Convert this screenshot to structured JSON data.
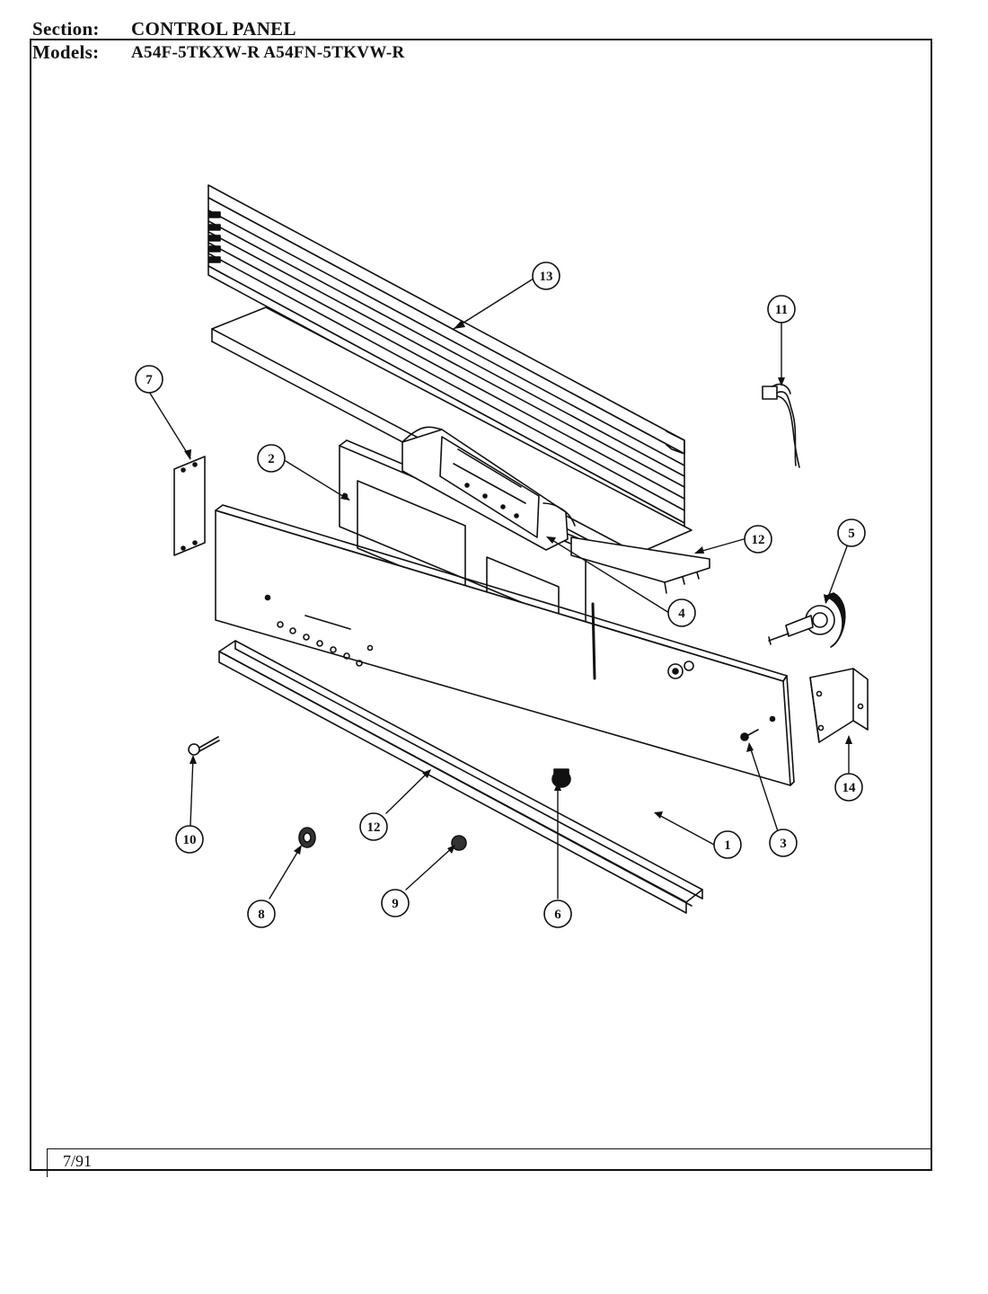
{
  "header": {
    "section_label": "Section:",
    "section_value": "CONTROL PANEL",
    "models_label": "Models:",
    "models_value": "A54F-5TKXW-R  A54FN-5TKVW-R"
  },
  "footer": {
    "date": "7/91"
  },
  "callouts": {
    "c1": "1",
    "c2": "2",
    "c3": "3",
    "c4": "4",
    "c5": "5",
    "c6": "6",
    "c7": "7",
    "c8": "8",
    "c9": "9",
    "c10": "10",
    "c11": "11",
    "c12a": "12",
    "c12b": "12",
    "c13": "13",
    "c14": "14"
  }
}
